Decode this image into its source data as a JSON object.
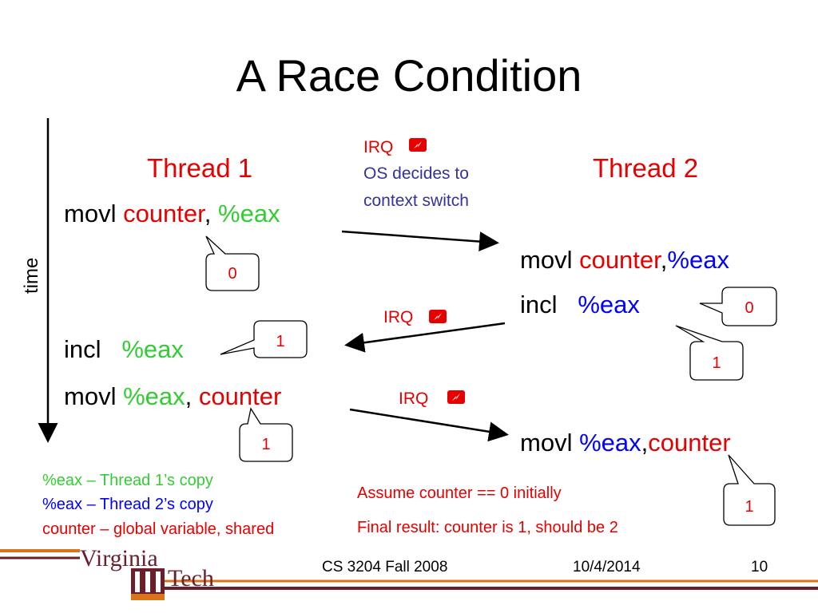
{
  "slide": {
    "title": "A Race Condition",
    "time_label": "time",
    "thread1": {
      "header": "Thread 1",
      "line1": {
        "op": "movl",
        "a": "counter",
        "sep": ",",
        "b": "%eax"
      },
      "line2": {
        "op": "incl",
        "a": "%eax"
      },
      "line3": {
        "op": "movl",
        "a": "%eax",
        "sep": ",",
        "b": "counter"
      }
    },
    "thread2": {
      "header": "Thread 2",
      "line1": {
        "op": "movl",
        "a": "counter",
        "sep": ",",
        "b": "%eax"
      },
      "line2": {
        "op": "incl",
        "a": "%eax"
      },
      "line3": {
        "op": "movl",
        "a": "%eax",
        "sep": ",",
        "b": "counter"
      }
    },
    "irq_top": {
      "label": "IRQ",
      "line1": "OS decides to",
      "line2": "context switch"
    },
    "irq_middle": "IRQ",
    "irq_bottom": "IRQ",
    "callouts": {
      "t1_after_load": "0",
      "t1_after_incl": "1",
      "t1_after_store": "1",
      "t2_after_load": "0",
      "t2_after_incl": "1",
      "t2_after_store": "1"
    },
    "legend": {
      "green": "%eax – Thread 1’s copy",
      "blue": "%eax – Thread 2’s copy",
      "red": "counter – global variable, shared"
    },
    "notes": {
      "assume": "Assume counter == 0 initially",
      "result": "Final result: counter is 1, should be 2"
    },
    "footer": {
      "logo_top": "Virginia",
      "logo_bottom": "Tech",
      "course": "CS 3204 Fall 2008",
      "date": "10/4/2014",
      "page": "10"
    },
    "colors": {
      "red": "#e60000",
      "green": "#33cc33",
      "blue": "#0000ff",
      "navy": "#333399",
      "maroon": "#6b1f2a",
      "orange": "#d9741b"
    }
  }
}
